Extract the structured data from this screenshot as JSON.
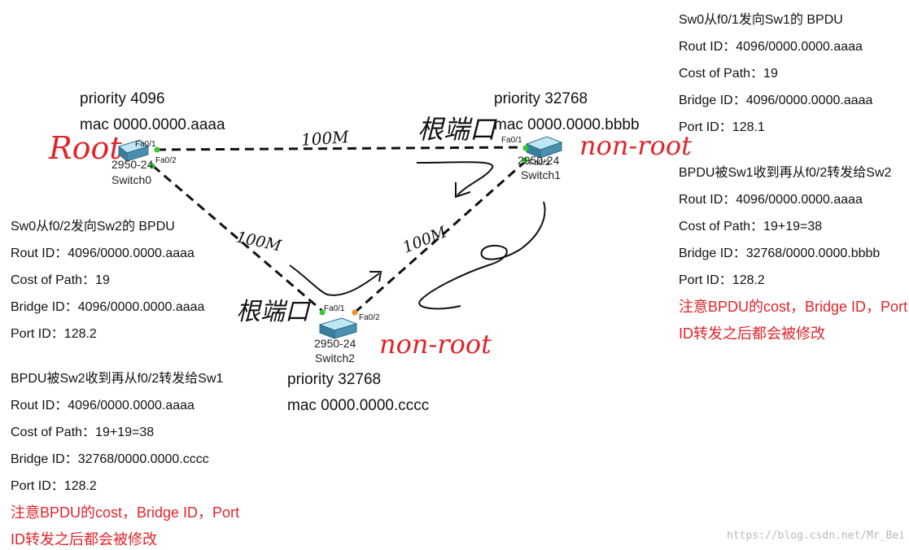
{
  "switches": [
    {
      "id": "sw0",
      "model": "2950-24",
      "name": "Switch0"
    },
    {
      "id": "sw1",
      "model": "2950-24",
      "name": "Switch1"
    },
    {
      "id": "sw2",
      "model": "2950-24",
      "name": "Switch2"
    }
  ],
  "ports": {
    "sw0_fa01": "Fa0/1",
    "sw0_fa02": "Fa0/2",
    "sw1_fa01": "Fa0/1",
    "sw1_fa02": "Fa0/2",
    "sw2_fa01": "Fa0/1",
    "sw2_fa02": "Fa0/2"
  },
  "colors": {
    "port_forwarding": "#2ecc2e",
    "port_blocking": "#f28c28",
    "switch_body": "#4a8fae",
    "annotation_red": "#e0242a"
  },
  "sw0_info": {
    "priority": "priority 4096",
    "mac": "mac 0000.0000.aaaa"
  },
  "sw1_info": {
    "priority": "priority 32768",
    "mac": "mac 0000.0000.bbbb"
  },
  "sw2_info": {
    "priority": "priority 32768",
    "mac": "mac 0000.0000.cccc"
  },
  "handwriting": {
    "root": "Root",
    "non_root_sw1": "non-root",
    "non_root_sw2": "non-root",
    "root_port_sw1": "根端口",
    "root_port_sw2": "根端口",
    "link_sw0_sw1": "100M",
    "link_sw0_sw2": "100M",
    "link_sw2_sw1": "100M"
  },
  "bpdu_sw0_to_sw2": {
    "title": "Sw0从f0/2发向Sw2的 BPDU",
    "root_id": "Rout ID：4096/0000.0000.aaaa",
    "cost": "Cost of Path：19",
    "bridge_id": "Bridge ID：4096/0000.0000.aaaa",
    "port_id": "Port ID：128.2"
  },
  "bpdu_sw2_fwd": {
    "title": "BPDU被Sw2收到再从f0/2转发给Sw1",
    "root_id": "Rout ID：4096/0000.0000.aaaa",
    "cost": "Cost of Path：19+19=38",
    "bridge_id": "Bridge ID：32768/0000.0000.cccc",
    "port_id": "Port ID：128.2",
    "note1": "注意BPDU的cost，Bridge ID，Port",
    "note2": "ID转发之后都会被修改"
  },
  "bpdu_sw0_to_sw1": {
    "title": "Sw0从f0/1发向Sw1的 BPDU",
    "root_id": "Rout ID：4096/0000.0000.aaaa",
    "cost": "Cost of Path：19",
    "bridge_id": "Bridge ID：4096/0000.0000.aaaa",
    "port_id": "Port ID：128.1"
  },
  "bpdu_sw1_fwd": {
    "title": "BPDU被Sw1收到再从f0/2转发给Sw2",
    "root_id": "Rout ID：4096/0000.0000.aaaa",
    "cost": "Cost of Path：19+19=38",
    "bridge_id": "Bridge ID：32768/0000.0000.bbbb",
    "port_id": "Port ID：128.2",
    "note1": "注意BPDU的cost，Bridge ID，Port",
    "note2": "ID转发之后都会被修改"
  },
  "watermark": "https://blog.csdn.net/Mr_Bei"
}
